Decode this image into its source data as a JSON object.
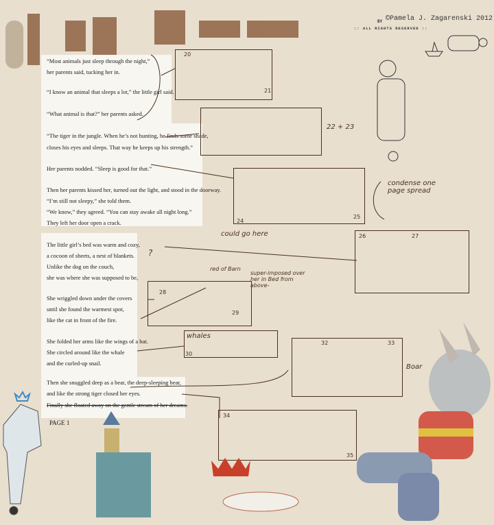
{
  "credit": {
    "by": "BY",
    "copyright": "©Pamela J. Zagarenski 2012",
    "rights": ":: ALL RIGHTS RESERVED ::"
  },
  "manuscript": {
    "lines": [
      "“Most animals just sleep through the night,”",
      "her parents said, tucking her in.",
      "“I know an animal that sleeps a lot,” the little girl said.",
      "“What animal is that?” her parents asked.",
      "“The tiger in the jungle.  When he’s not hunting, he finds some shade,",
      "closes his eyes and sleeps.  That way he keeps up his strength.”",
      "Her parents nodded.  “Sleep is good for that.”",
      "Then her parents kissed her, turned out the light, and stood in the doorway.",
      "“I’m still not sleepy,” she told them.",
      "“We know,” they agreed.  “You can stay awake all night long.”",
      "They left her door open a crack.",
      "The little girl’s bed was warm and cozy,",
      "a cocoon of sheets, a nest of blankets.",
      "Unlike the dog on the couch,",
      "she was where she was supposed to be,",
      "She wriggled down under the covers",
      "until she found the warmest spot,",
      "like the cat in front of the fire.",
      "She folded her arms like the wings of a bat.",
      "She circled around like the whale",
      "and the curled-up snail.",
      "Then she snuggled deep as a bear, the deep-sleeping bear,",
      "and like the strong tiger closed her eyes."
    ],
    "struck_line": "Finally she floated away on the gentle stream of her dreams.",
    "page_label": "PAGE 1"
  },
  "annotations": {
    "condense": "condense one page spread",
    "could_go_here": "could go here",
    "barn_note": "red of Barn",
    "superimposed_note": "super-imposed over her in Bed from above-",
    "whales": "whales",
    "boar": "Boar",
    "spread_22_23": "22 + 23",
    "question": "?"
  },
  "panel_numbers": [
    "20",
    "21",
    "24",
    "25",
    "26",
    "27",
    "28",
    "29",
    "30",
    "32",
    "33",
    "34",
    "35"
  ],
  "colors": {
    "paper": "#e8dfcf",
    "ink": "#4a2e1a",
    "crown": "#c8402a"
  }
}
